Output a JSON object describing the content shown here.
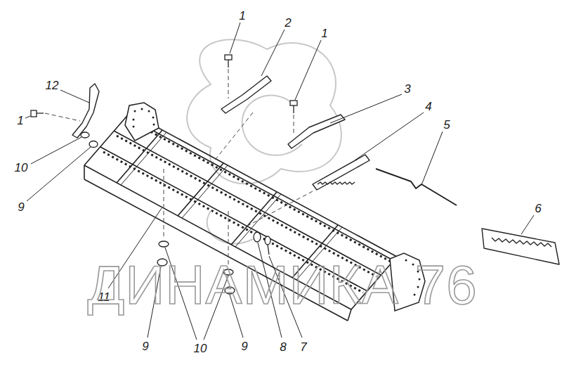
{
  "diagram": {
    "labels": [
      "1",
      "2",
      "1",
      "12",
      "3",
      "4",
      "5",
      "1",
      "10",
      "6",
      "9",
      "11",
      "9",
      "10",
      "9",
      "8",
      "7",
      "ДИНАМИКА 76"
    ]
  }
}
